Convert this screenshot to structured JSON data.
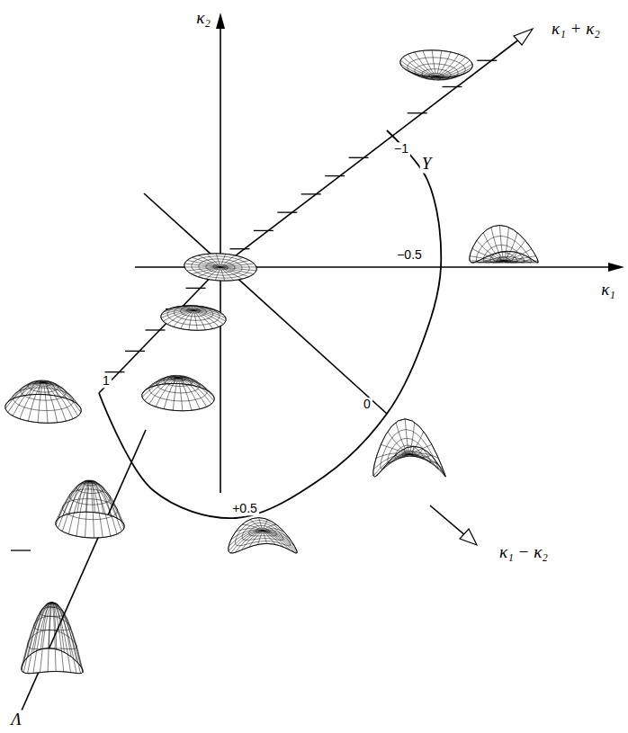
{
  "diagram": {
    "labels": [
      "κ₂",
      "κ₁ + κ₂",
      "Υ",
      "−1",
      "−0.5",
      "κ₁",
      "0",
      "1",
      "+0.5",
      "κ₁ − κ₂",
      "Λ"
    ]
  }
}
